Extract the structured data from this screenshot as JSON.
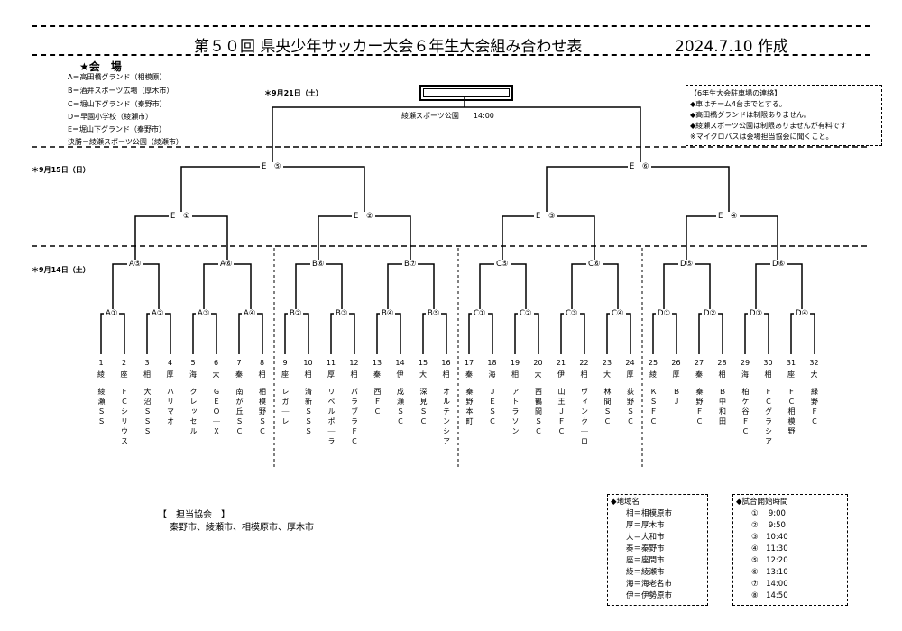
{
  "header": {
    "title": "第５０回 県央少年サッカー大会６年生大会組み合わせ表",
    "date": "2024.7.10 作成"
  },
  "venues": {
    "heading": "★会　場",
    "lines": [
      "A＝高田橋グランド（相模原）",
      "B＝酒井スポーツ広場（厚木市）",
      "C＝堀山下グランド（秦野市）",
      "D＝早園小学校（綾瀬市）",
      "E＝堀山下グランド（秦野市）",
      "決勝＝綾瀬スポーツ公園（綾瀬市）"
    ]
  },
  "days": {
    "final": "＊9月21日（土）",
    "semi": "＊9月15日（日）",
    "first": "＊9月14日（土）"
  },
  "final_venue": "綾瀬スポーツ公園　　14:00",
  "notice": {
    "lines": [
      "【6年生大会駐車場の連絡】",
      "◆車はチーム4台までとする。",
      "◆高田橋グランドは制限ありません。",
      "◆綾瀬スポーツ公園は制限ありませんが有料です",
      "※マイクロバスは会場担当協会に聞くこと。"
    ]
  },
  "bracket": {
    "semis": [
      "E　⑤",
      "E　⑥"
    ],
    "quarters": [
      "E　①",
      "E　②",
      "E　③",
      "E　④"
    ],
    "round2": [
      "A⑤",
      "A⑥",
      "B⑥",
      "B⑦",
      "C⑤",
      "C⑥",
      "D⑤",
      "D⑥"
    ],
    "round1": [
      "A①",
      "A②",
      "A③",
      "A④",
      "B②",
      "B③",
      "B④",
      "B⑤",
      "C①",
      "C②",
      "C③",
      "C④",
      "D①",
      "D②",
      "D③",
      "D④"
    ]
  },
  "teams": [
    {
      "no": "1",
      "area": "綾",
      "name": "綾瀬ＳＳ"
    },
    {
      "no": "2",
      "area": "座",
      "name": "ＦＣシリウス"
    },
    {
      "no": "3",
      "area": "相",
      "name": "大沼ＳＳＳ"
    },
    {
      "no": "4",
      "area": "厚",
      "name": "ハリマオ"
    },
    {
      "no": "5",
      "area": "海",
      "name": "クレッセル"
    },
    {
      "no": "6",
      "area": "大",
      "name": "ＧＥＯ｜Ｘ"
    },
    {
      "no": "7",
      "area": "秦",
      "name": "南が丘ＳＣ"
    },
    {
      "no": "8",
      "area": "相",
      "name": "相模野ＳＣ"
    },
    {
      "no": "9",
      "area": "座",
      "name": "レガ｜レ"
    },
    {
      "no": "10",
      "area": "相",
      "name": "清新ＳＳＳ"
    },
    {
      "no": "11",
      "area": "厚",
      "name": "リベルポ｜ラ"
    },
    {
      "no": "12",
      "area": "相",
      "name": "パラブラＦＣ"
    },
    {
      "no": "13",
      "area": "秦",
      "name": "西ＦＣ"
    },
    {
      "no": "14",
      "area": "伊",
      "name": "成瀬ＳＣ"
    },
    {
      "no": "15",
      "area": "大",
      "name": "深見ＳＣ"
    },
    {
      "no": "16",
      "area": "相",
      "name": "オルテンシア"
    },
    {
      "no": "17",
      "area": "秦",
      "name": "秦野本町"
    },
    {
      "no": "18",
      "area": "海",
      "name": "ＪＥＳＣ"
    },
    {
      "no": "19",
      "area": "相",
      "name": "アトラソン"
    },
    {
      "no": "20",
      "area": "大",
      "name": "西鶴間ＳＣ"
    },
    {
      "no": "21",
      "area": "伊",
      "name": "山王ＪＦＣ"
    },
    {
      "no": "22",
      "area": "相",
      "name": "ヴィンク｜ロ"
    },
    {
      "no": "23",
      "area": "大",
      "name": "林間ＳＣ"
    },
    {
      "no": "24",
      "area": "厚",
      "name": "荻野ＳＣ"
    },
    {
      "no": "25",
      "area": "綾",
      "name": "ＫＳＦＣ"
    },
    {
      "no": "26",
      "area": "厚",
      "name": "ＢＪ"
    },
    {
      "no": "27",
      "area": "秦",
      "name": "秦野ＦＣ"
    },
    {
      "no": "28",
      "area": "相",
      "name": "Ｂ中和田"
    },
    {
      "no": "29",
      "area": "海",
      "name": "柏ケ谷ＦＣ"
    },
    {
      "no": "30",
      "area": "相",
      "name": "ＦＣグラシア"
    },
    {
      "no": "31",
      "area": "座",
      "name": "ＦＣ相模野"
    },
    {
      "no": "32",
      "area": "大",
      "name": "緑野ＦＣ"
    }
  ],
  "association": {
    "heading": "【　担当協会　】",
    "text": "秦野市、綾瀬市、相模原市、厚木市"
  },
  "area_legend": {
    "heading": "◆地域名",
    "lines": [
      "相＝相模原市",
      "厚＝厚木市",
      "大＝大和市",
      "秦＝秦野市",
      "座＝座間市",
      "綾＝綾瀬市",
      "海＝海老名市",
      "伊＝伊勢原市"
    ]
  },
  "times": {
    "heading": "◆試合開始時間",
    "lines": [
      "①　 9:00",
      "②　 9:50",
      "③　10:40",
      "④　11:30",
      "⑤　12:20",
      "⑥　13:10",
      "⑦　14:00",
      "⑧　14:50"
    ]
  }
}
